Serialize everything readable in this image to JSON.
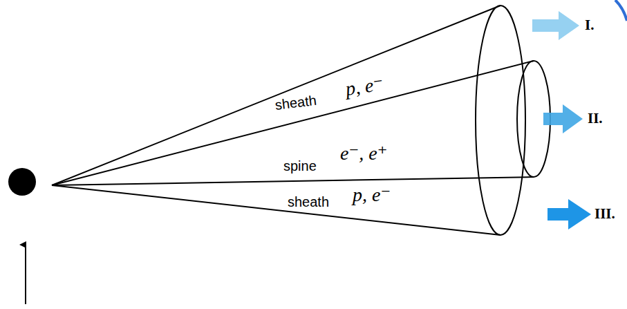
{
  "diagram": {
    "labels": [
      "sheath",
      "p, e⁻",
      "spine",
      "e⁻, e⁺",
      "sheath",
      "p, e⁻",
      "I.",
      "II.",
      "III."
    ]
  }
}
